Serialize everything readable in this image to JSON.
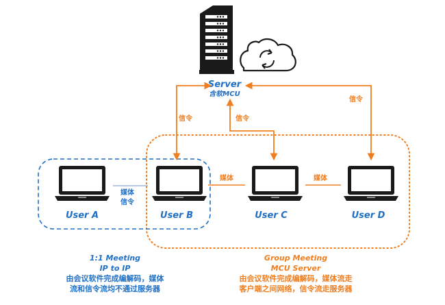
{
  "server": {
    "title": "Server",
    "subtitle": "含软MCU",
    "icons": [
      "server-rack-icon",
      "cloud-sync-icon"
    ]
  },
  "users": [
    {
      "id": "a",
      "label": "User A"
    },
    {
      "id": "b",
      "label": "User B"
    },
    {
      "id": "c",
      "label": "User C"
    },
    {
      "id": "d",
      "label": "User D"
    }
  ],
  "links": {
    "signal_b": "信令",
    "signal_c": "信令",
    "signal_d": "信令",
    "ab_line1": "媒体",
    "ab_line2": "信令",
    "bc_media": "媒体",
    "cd_media": "媒体"
  },
  "captions": {
    "left": {
      "line1": "1:1 Meeting",
      "line2": "IP to IP",
      "line3": "由会议软件完成编解码，媒体",
      "line4": "流和信令流均不通过服务器"
    },
    "right": {
      "line1": "Group Meeting",
      "line2": "MCU Server",
      "line3": "由会议软件完成编解码，媒体流走",
      "line4": "客户端之间网络，信令流走服务器"
    }
  },
  "colors": {
    "blue": "#1f6fc5",
    "orange": "#f07d1e",
    "black": "#1a1a1a",
    "gray": "#8a8a8a"
  }
}
